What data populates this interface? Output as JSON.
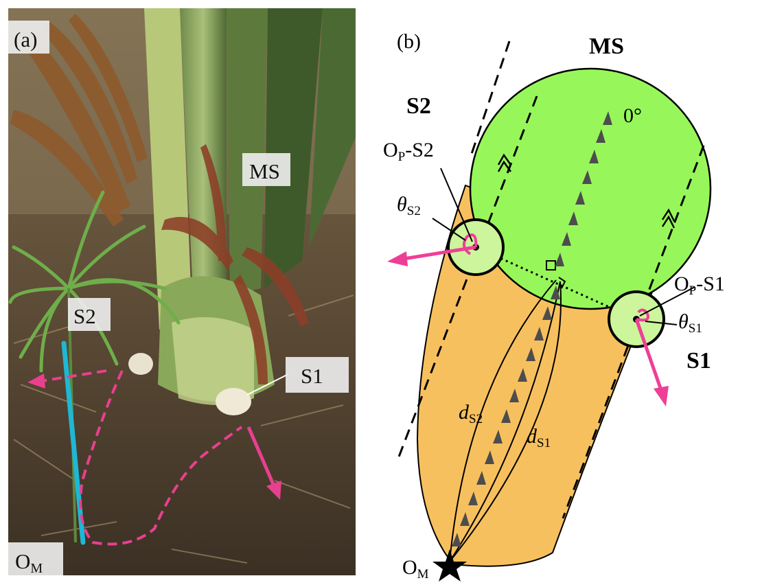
{
  "panel_a": {
    "panel_label": "(a)",
    "labels": {
      "ms": "MS",
      "s2": "S2",
      "s1": "S1",
      "om_main": "O",
      "om_sub": "M"
    }
  },
  "panel_b": {
    "panel_label": "(b)",
    "ms": "MS",
    "s2": "S2",
    "s1": "S1",
    "zero_deg": "0°",
    "op_s2": {
      "base": "O",
      "sub": "P",
      "suffix": "-S2"
    },
    "op_s1": {
      "base": "O",
      "sub": "P",
      "suffix": "-S1"
    },
    "theta_s2": {
      "base": "θ",
      "sub": "S2"
    },
    "theta_s1": {
      "base": "θ",
      "sub": "S1"
    },
    "d_s2": {
      "base": "d",
      "sub": "S2"
    },
    "d_s1": {
      "base": "d",
      "sub": "S1"
    },
    "om": {
      "base": "O",
      "sub": "M"
    }
  },
  "colors": {
    "ms_green": "#97f75a",
    "offshoot_green": "#ccf59c",
    "zone_orange": "#f7c05e",
    "arrow_pink": "#ee3f97",
    "cyan_stake": "#1fb7d4",
    "triangle_gray": "#4d4d4d"
  }
}
